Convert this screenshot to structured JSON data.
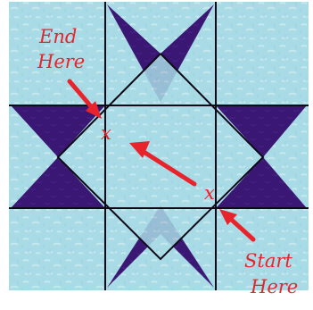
{
  "colors": {
    "background": "#a9dbe6",
    "background_light": "#d2eef3",
    "purple": "#3a1773",
    "purple_dark": "#2a0f58",
    "seam": "#0e0a18",
    "annotation": "#e8232b"
  },
  "annotations": {
    "end_line1": "End",
    "end_line2": "Here",
    "start_line1": "Start",
    "start_line2": "Here"
  },
  "marks": {
    "end_mark": "x",
    "start_mark": "x"
  }
}
